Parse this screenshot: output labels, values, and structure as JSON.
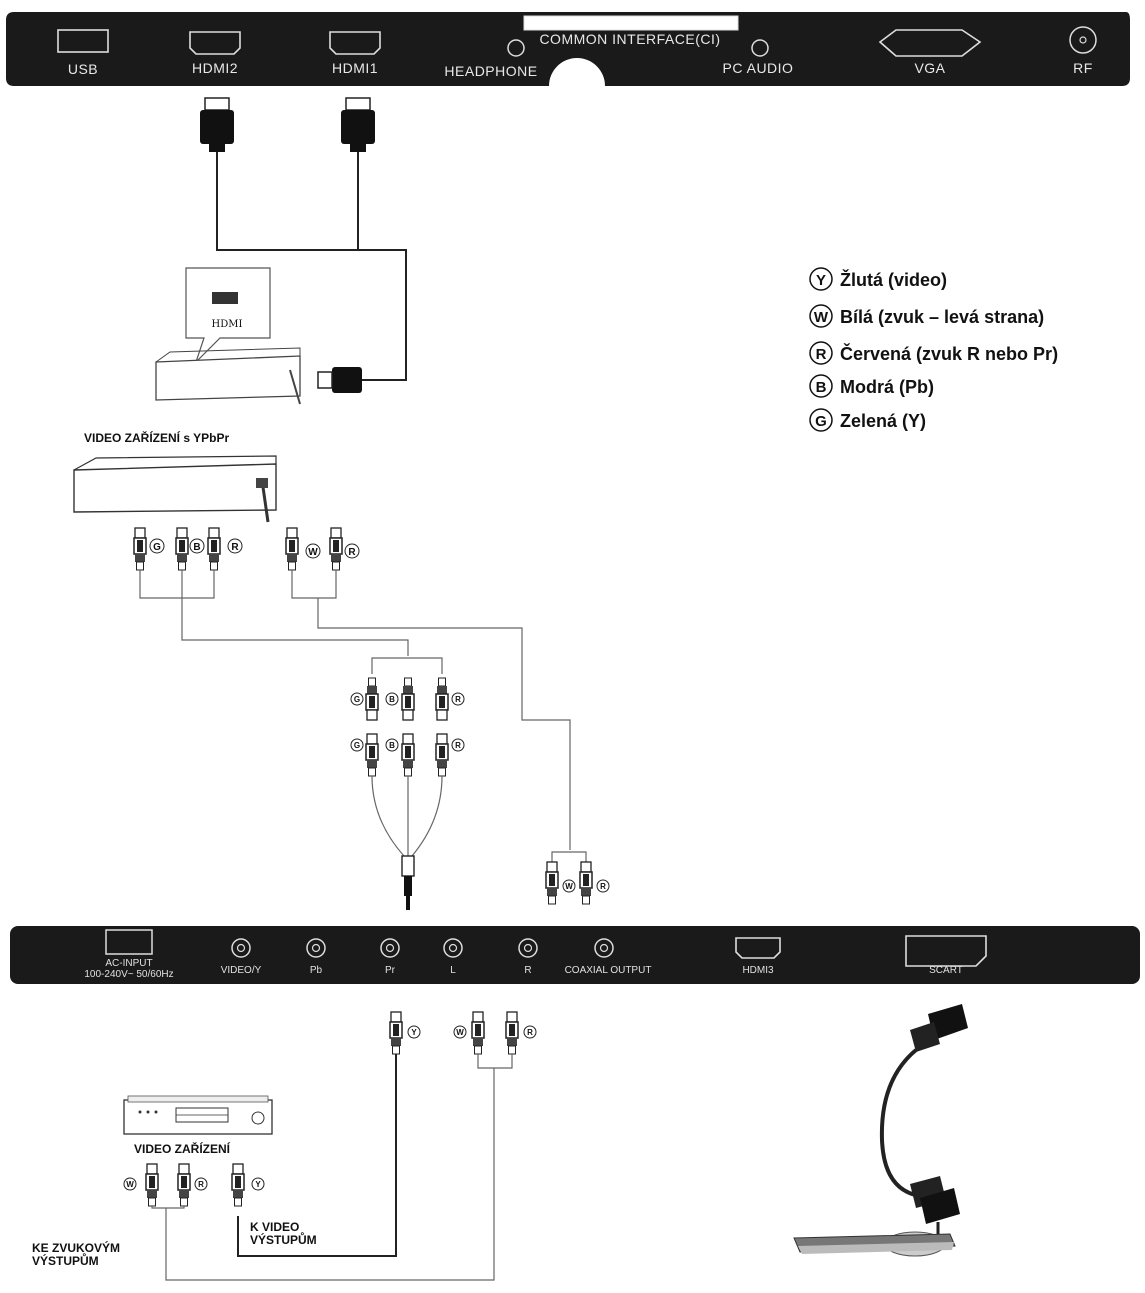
{
  "top_panel": {
    "ports": [
      "USB",
      "HDMI2",
      "HDMI1",
      "HEADPHONE",
      "COMMON INTERFACE(CI)",
      "PC AUDIO",
      "VGA",
      "RF"
    ]
  },
  "hdmi_device": {
    "label": "HDMI"
  },
  "ypbpr_device": {
    "title": "VIDEO ZAŘÍZENÍ s YPbPr"
  },
  "legend": {
    "items": [
      {
        "letter": "Y",
        "text": "Žlutá (video)"
      },
      {
        "letter": "W",
        "text": "Bílá (zvuk – levá strana)"
      },
      {
        "letter": "R",
        "text": "Červená (zvuk R nebo Pr)"
      },
      {
        "letter": "B",
        "text": "Modrá (Pb)"
      },
      {
        "letter": "G",
        "text": "Zelená (Y)"
      }
    ]
  },
  "bottom_panel": {
    "ac_input": "AC-INPUT",
    "ac_spec": "100-240V~ 50/60Hz",
    "ports": [
      "VIDEO/Y",
      "Pb",
      "Pr",
      "L",
      "R",
      "COAXIAL OUTPUT",
      "HDMI3",
      "SCART"
    ]
  },
  "video_device": {
    "title": "VIDEO ZAŘÍZENÍ",
    "audio_out": [
      "KE ZVUKOVÝM",
      "VÝSTUPŮM"
    ],
    "video_out": [
      "K VIDEO",
      "VÝSTUPŮM"
    ]
  },
  "plug_letters": {
    "ypbpr_device": [
      "G",
      "B",
      "R",
      "W",
      "R"
    ],
    "adapter_top": [
      "G",
      "B",
      "R"
    ],
    "adapter_bottom": [
      "G",
      "B",
      "R"
    ],
    "audio_pair": [
      "W",
      "R"
    ],
    "bottom_y": "Y",
    "bottom_wr": [
      "W",
      "R"
    ],
    "video_device": [
      "W",
      "R",
      "Y"
    ]
  }
}
